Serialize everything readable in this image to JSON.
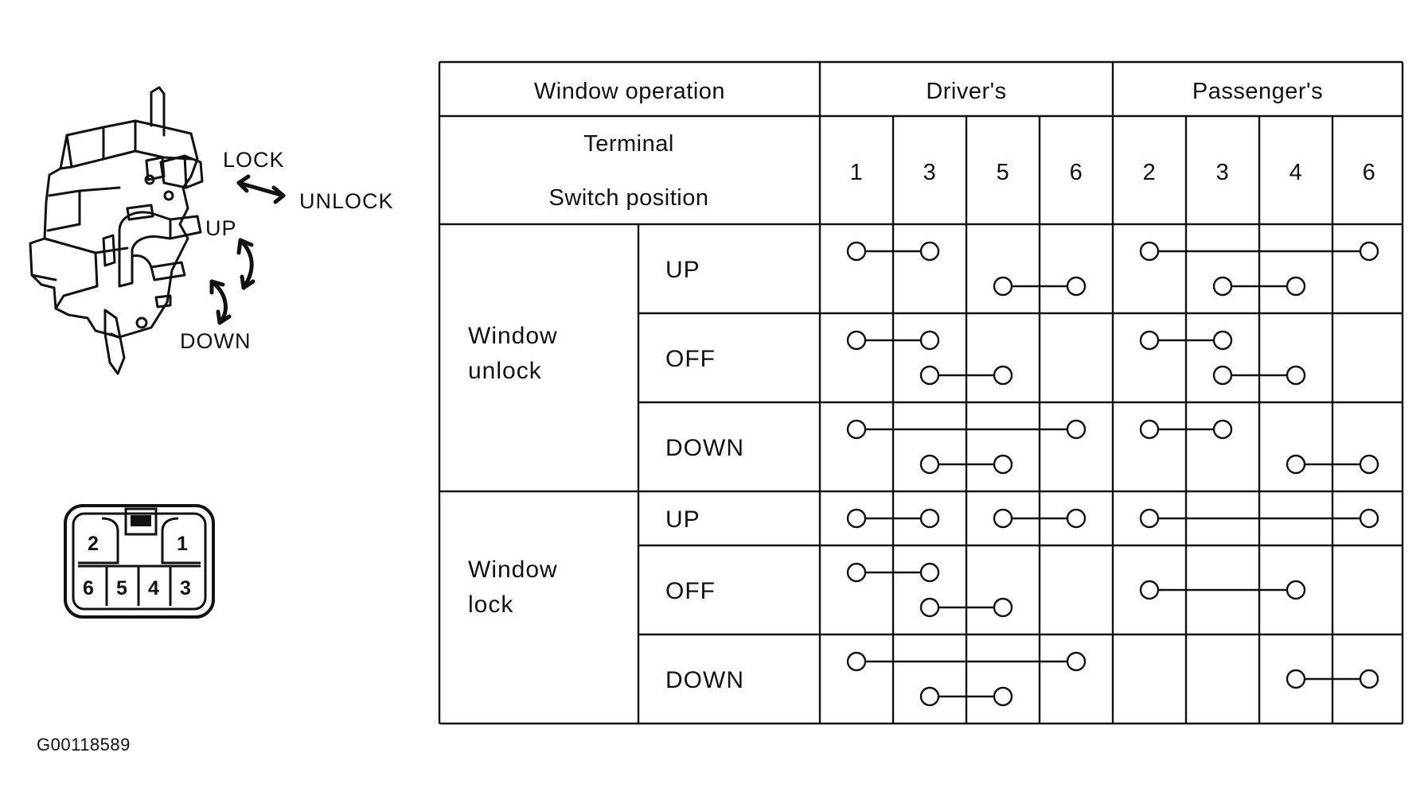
{
  "switch_labels": {
    "lock": "LOCK",
    "unlock": "UNLOCK",
    "up": "UP",
    "down": "DOWN"
  },
  "connector_pins": {
    "top_left": "2",
    "top_right": "1",
    "bottom": [
      "6",
      "5",
      "4",
      "3"
    ]
  },
  "figure_code": "G00118589",
  "table": {
    "header": {
      "window_operation": "Window operation",
      "drivers": "Driver's",
      "passengers": "Passenger's",
      "terminal": "Terminal",
      "switch_position": "Switch position"
    },
    "driver_terminals": [
      "1",
      "3",
      "5",
      "6"
    ],
    "passenger_terminals": [
      "2",
      "3",
      "4",
      "6"
    ],
    "groups": [
      {
        "label_line1": "Window",
        "label_line2": "unlock",
        "rows": [
          {
            "position": "UP",
            "driver": [
              [
                0,
                1
              ],
              [
                2,
                3
              ]
            ],
            "passenger": [
              [
                0,
                3
              ],
              [
                1,
                2
              ]
            ]
          },
          {
            "position": "OFF",
            "driver": [
              [
                0,
                1
              ],
              [
                1,
                2
              ]
            ],
            "passenger": [
              [
                0,
                1
              ],
              [
                1,
                2
              ]
            ]
          },
          {
            "position": "DOWN",
            "driver": [
              [
                0,
                3
              ],
              [
                1,
                2
              ]
            ],
            "passenger": [
              [
                0,
                1
              ],
              [
                2,
                3
              ]
            ]
          }
        ]
      },
      {
        "label_line1": "Window",
        "label_line2": "lock",
        "rows": [
          {
            "position": "UP",
            "driver": [
              [
                0,
                1
              ],
              [
                2,
                3
              ]
            ],
            "passenger": [
              [
                0,
                3
              ]
            ]
          },
          {
            "position": "OFF",
            "driver": [
              [
                0,
                1
              ],
              [
                1,
                2
              ]
            ],
            "passenger": [
              [
                0,
                2
              ]
            ]
          },
          {
            "position": "DOWN",
            "driver": [
              [
                0,
                3
              ],
              [
                1,
                2
              ]
            ],
            "passenger": [
              [
                2,
                3
              ]
            ]
          }
        ]
      }
    ]
  }
}
